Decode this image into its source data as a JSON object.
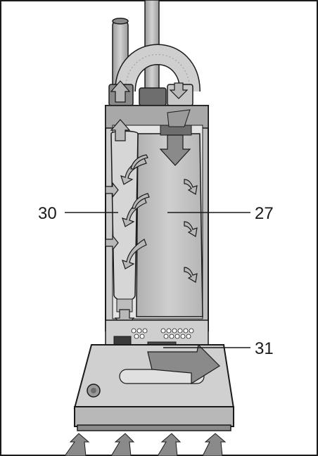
{
  "callouts": {
    "left_filter": "30",
    "dust_bag": "27",
    "exhaust_filter": "31"
  },
  "colors": {
    "outline": "#1a1a1a",
    "body_light": "#d9d9d9",
    "body_mid": "#bdbdbd",
    "body_dark": "#8a8a8a",
    "arrow_fill": "#b8b8b8",
    "arrow_dark": "#7f7f7f"
  }
}
